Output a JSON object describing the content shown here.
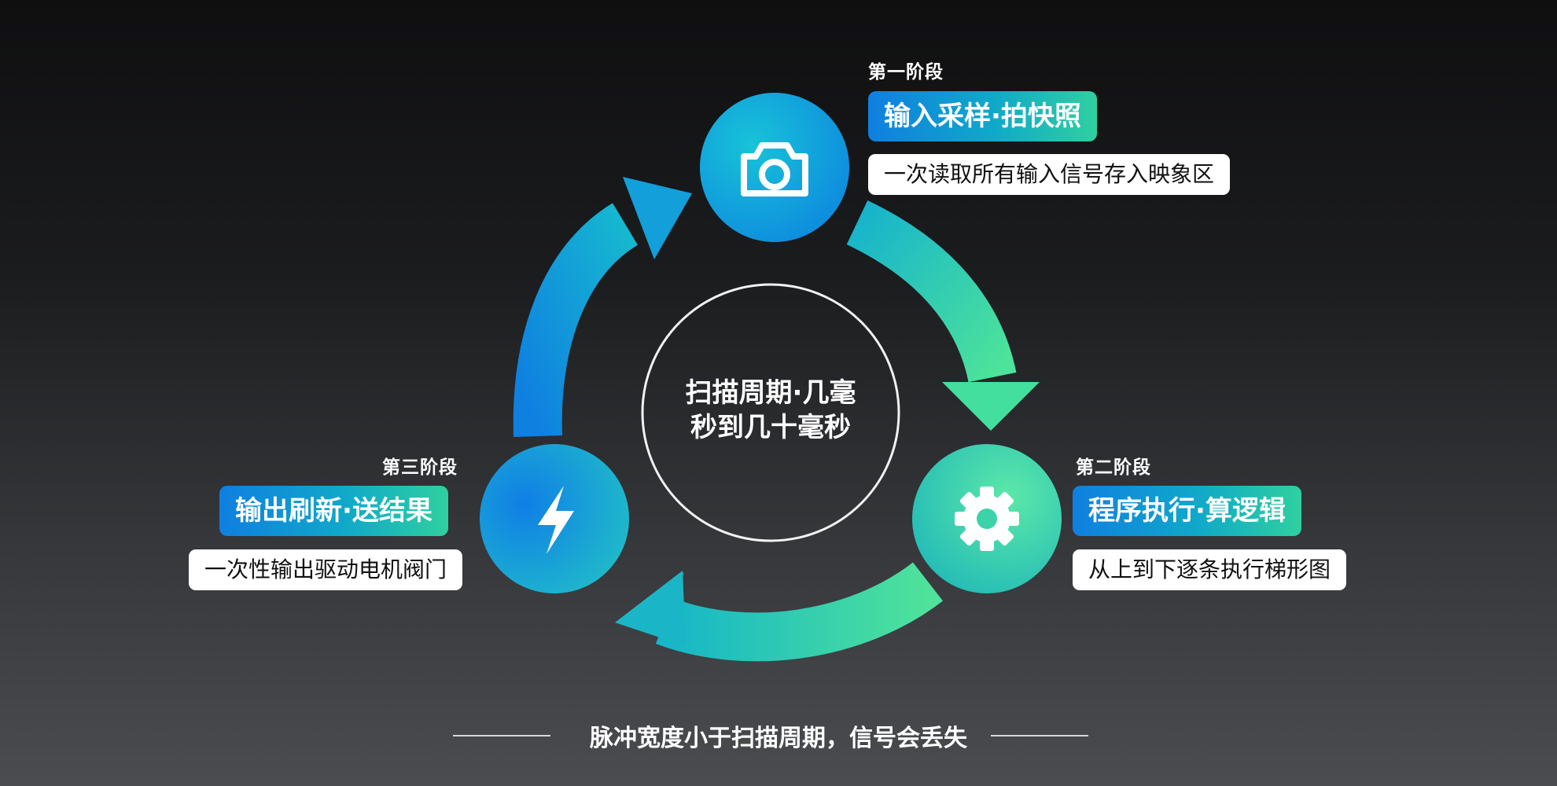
{
  "center": {
    "line1": "扫描周期·几毫",
    "line2": "秒到几十毫秒"
  },
  "stages": {
    "s1": {
      "tag": "第一阶段",
      "title": "输入采样·拍快照",
      "desc": "一次读取所有输入信号存入映象区",
      "icon": "camera-icon"
    },
    "s2": {
      "tag": "第二阶段",
      "title": "程序执行·算逻辑",
      "desc": "从上到下逐条执行梯形图",
      "icon": "gear-icon"
    },
    "s3": {
      "tag": "第三阶段",
      "title": "输出刷新·送结果",
      "desc": "一次性输出驱动电机阀门",
      "icon": "lightning-icon"
    }
  },
  "note": "脉冲宽度小于扫描周期，信号会丢失",
  "colors": {
    "blue": "#0f7fe0",
    "teal": "#10a9c9",
    "green": "#3fe0a0",
    "title_gradient": [
      "#0f7fe0",
      "#10a9c9",
      "#2fd0a0"
    ]
  }
}
